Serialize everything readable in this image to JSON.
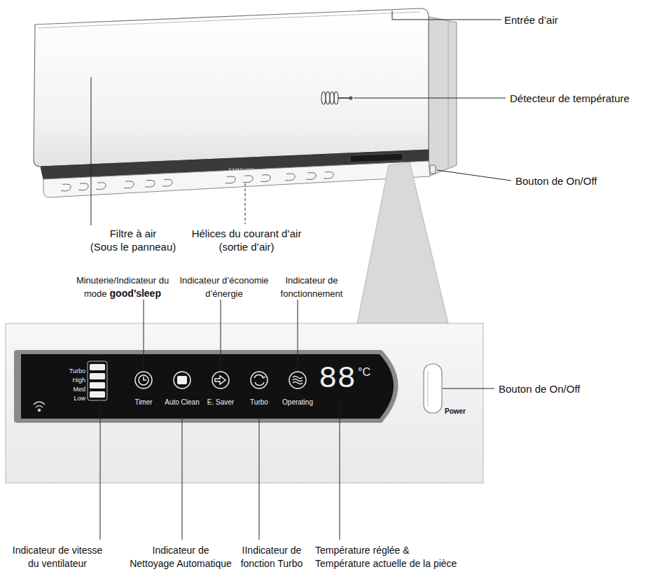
{
  "diagram": {
    "labels": [
      "Entrée d’air",
      "Détecteur de température",
      "Bouton de On/Off",
      "SAMSUNG",
      "Filtre à air (Sous le panneau)",
      "Hélices du courant d’air (sortie d’air)",
      "Bouton de On/Off",
      "Minuterie/Indicateur du mode",
      "good’sleep",
      "Indicateur d’économie d’énergie",
      "Indicateur de fonctionnement",
      "Turbo",
      "High",
      "Med",
      "Low",
      "Timer",
      "Auto Clean",
      "E. Saver",
      "Turbo",
      "Operating",
      "88",
      "°C",
      "Power",
      "Indicateur de vitesse du ventilateur",
      "Indicateur de Nettoyage Automatique",
      "IIndicateur de fonction Turbo",
      "Température réglée & Température actuelle de la pièce"
    ]
  }
}
